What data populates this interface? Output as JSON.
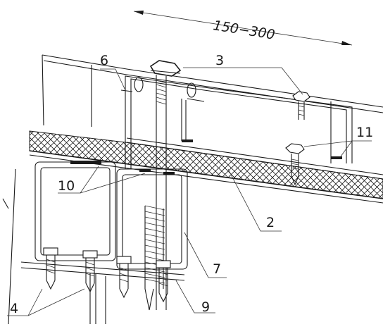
{
  "dimension": {
    "text": "150−300"
  },
  "callouts": [
    {
      "id": "label-6",
      "text": "6"
    },
    {
      "id": "label-3",
      "text": "3"
    },
    {
      "id": "label-11",
      "text": "11"
    },
    {
      "id": "label-10",
      "text": "10"
    },
    {
      "id": "label-2",
      "text": "2"
    },
    {
      "id": "label-7",
      "text": "7"
    },
    {
      "id": "label-4",
      "text": "4"
    },
    {
      "id": "label-9",
      "text": "9"
    }
  ]
}
